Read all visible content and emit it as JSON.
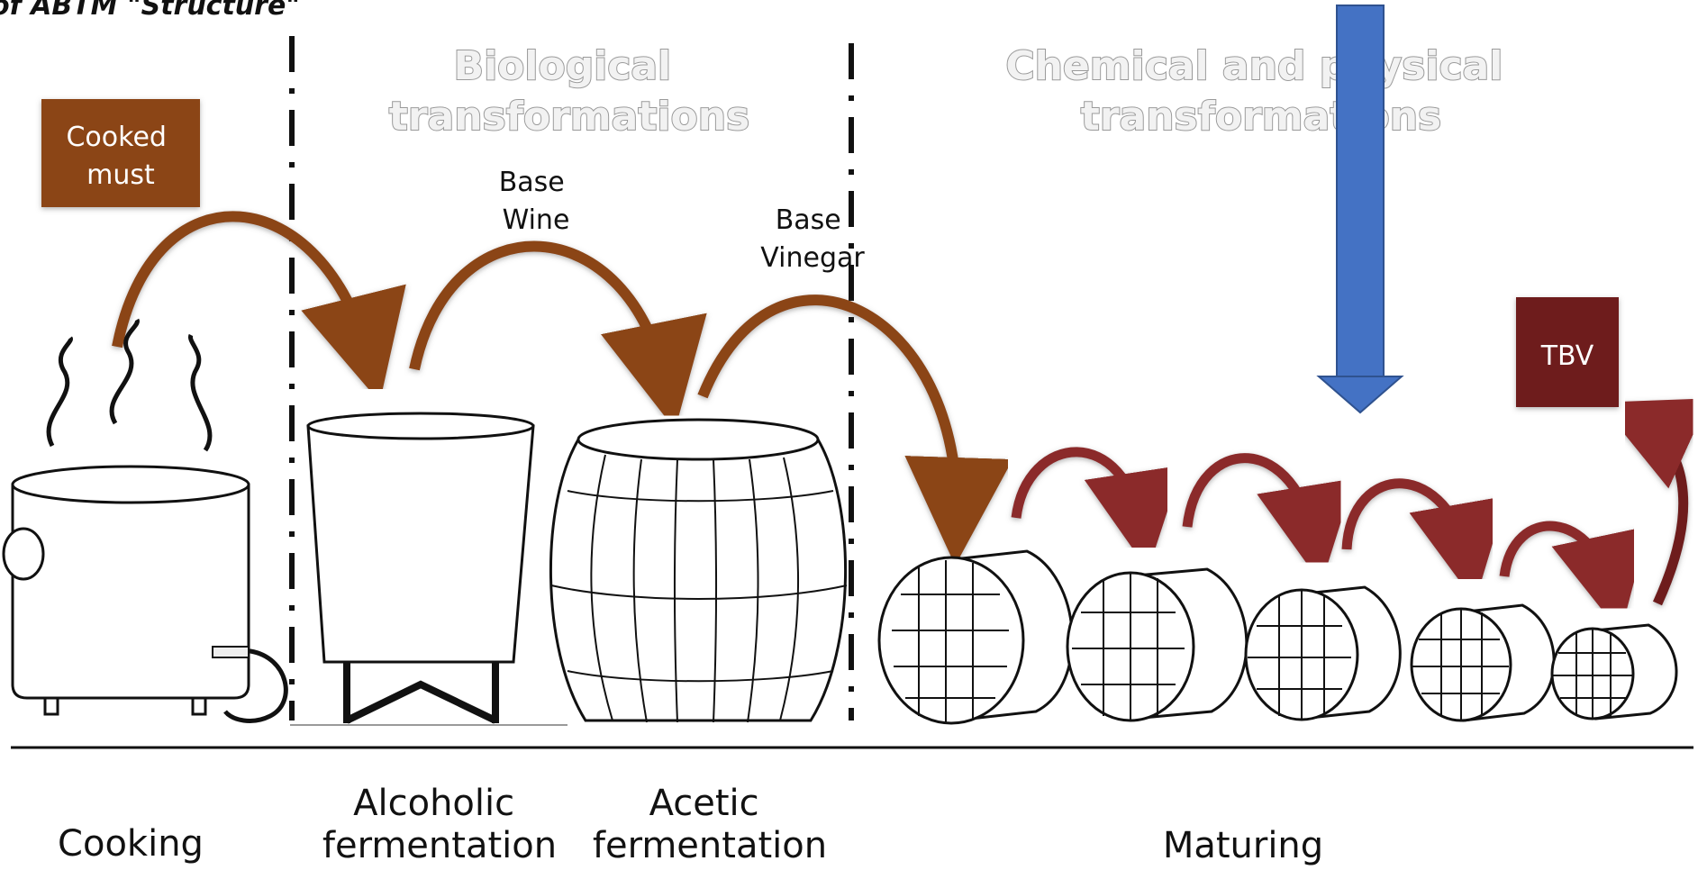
{
  "corner_heading": "of ABTM \"Structure\"",
  "section_titles": {
    "biological": [
      "Biological",
      "transformations"
    ],
    "chemical": [
      "Chemical and physical",
      "transformations"
    ]
  },
  "boxes": {
    "cooked_must": [
      "Cooked",
      "must"
    ],
    "tbv": "TBV"
  },
  "intermediate_labels": {
    "base_wine": [
      "Base",
      "Wine"
    ],
    "base_vinegar": [
      "Base",
      "Vinegar"
    ]
  },
  "stages": {
    "cooking": "Cooking",
    "alcoholic": [
      "Alcoholic",
      "fermentation"
    ],
    "acetic": [
      "Acetic",
      "fermentation"
    ],
    "maturing": "Maturing"
  },
  "colors": {
    "brown_box": "#8B4513",
    "brown_arrow": "#8B4513",
    "maroon_box": "#6E1F1F",
    "maroon_arrow": "#8B2A2A",
    "blue_arrow": "#4472C4",
    "divider": "#111111"
  },
  "icons": [
    "steaming-pot-icon",
    "fermentation-tank-icon",
    "barrel-icon",
    "barrel-battery-icon"
  ]
}
